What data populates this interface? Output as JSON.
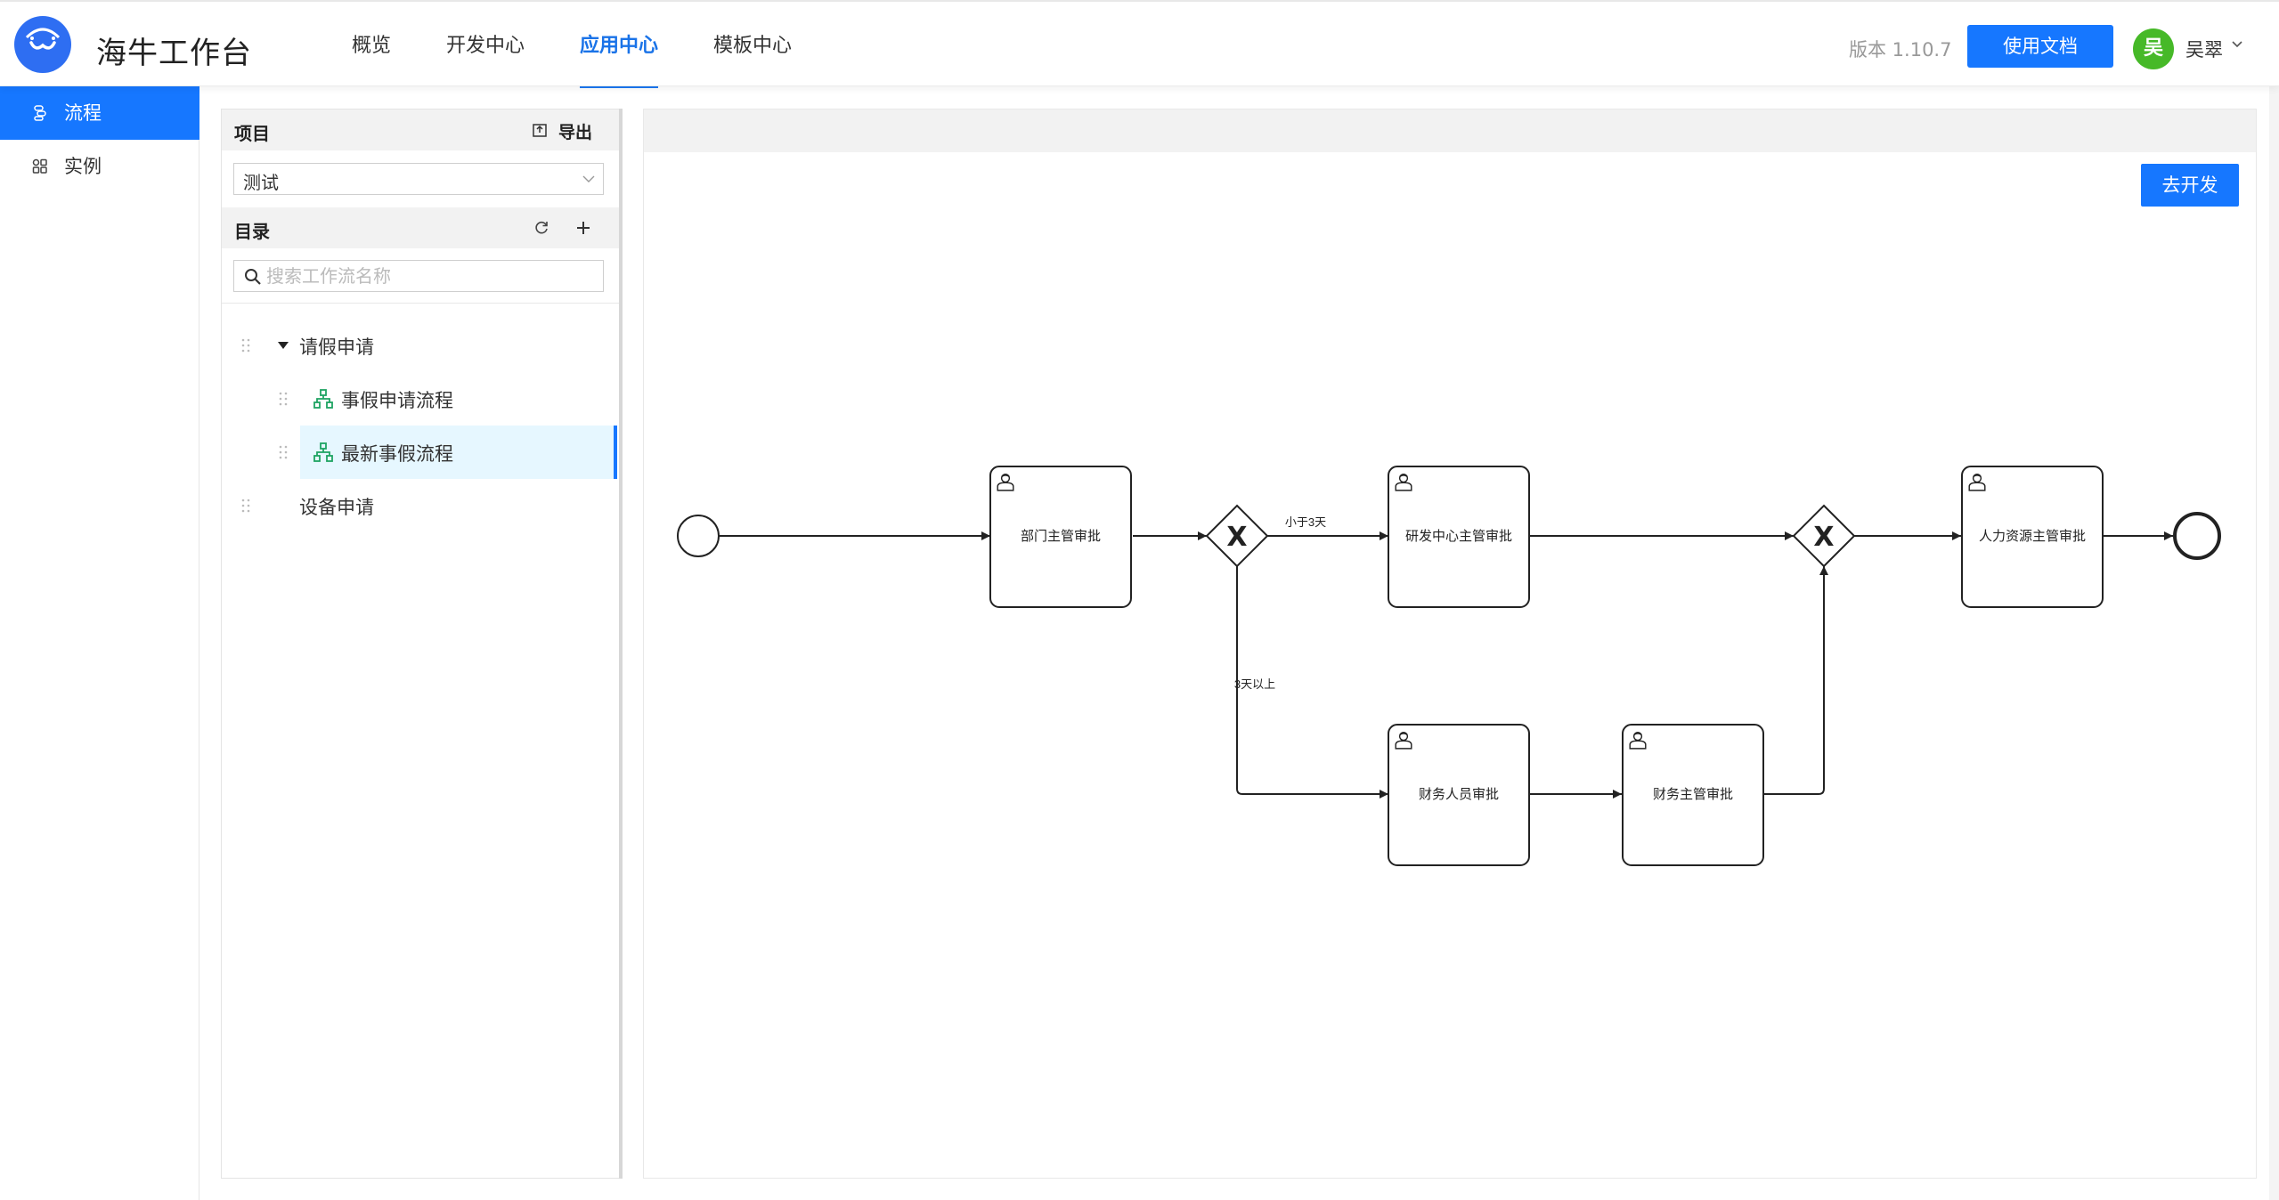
{
  "app": {
    "title": "海牛工作台",
    "version": "版本 1.10.7",
    "docs_button": "使用文档",
    "user": {
      "avatar_initial": "吴",
      "name": "吴翠"
    }
  },
  "nav": {
    "items": [
      {
        "label": "概览",
        "active": false
      },
      {
        "label": "开发中心",
        "active": false
      },
      {
        "label": "应用中心",
        "active": true
      },
      {
        "label": "模板中心",
        "active": false
      }
    ]
  },
  "sidebar": {
    "items": [
      {
        "label": "流程",
        "icon": "flow-icon",
        "active": true
      },
      {
        "label": "实例",
        "icon": "grid-icon",
        "active": false
      }
    ]
  },
  "project_panel": {
    "title": "项目",
    "export_label": "导出",
    "selected_project": "测试"
  },
  "catalog_panel": {
    "title": "目录",
    "search_placeholder": "搜索工作流名称",
    "tree": [
      {
        "label": "请假申请",
        "expanded": true,
        "children": [
          {
            "label": "事假申请流程",
            "selected": false
          },
          {
            "label": "最新事假流程",
            "selected": true
          }
        ]
      },
      {
        "label": "设备申请"
      }
    ]
  },
  "canvas": {
    "dev_button": "去开发",
    "process": {
      "tasks": {
        "dept_manager": "部门主管审批",
        "rd_manager": "研发中心主管审批",
        "hr_manager": "人力资源主管审批",
        "finance_staff": "财务人员审批",
        "finance_manager": "财务主管审批"
      },
      "conditions": {
        "less_than_3": "小于3天",
        "more_than_3": "3天以上"
      },
      "gateway_symbol": "X"
    }
  },
  "colors": {
    "primary": "#1677ff",
    "avatar": "#46b928",
    "flow_icon": "#1ea362",
    "selected_row": "#e6f7ff"
  }
}
